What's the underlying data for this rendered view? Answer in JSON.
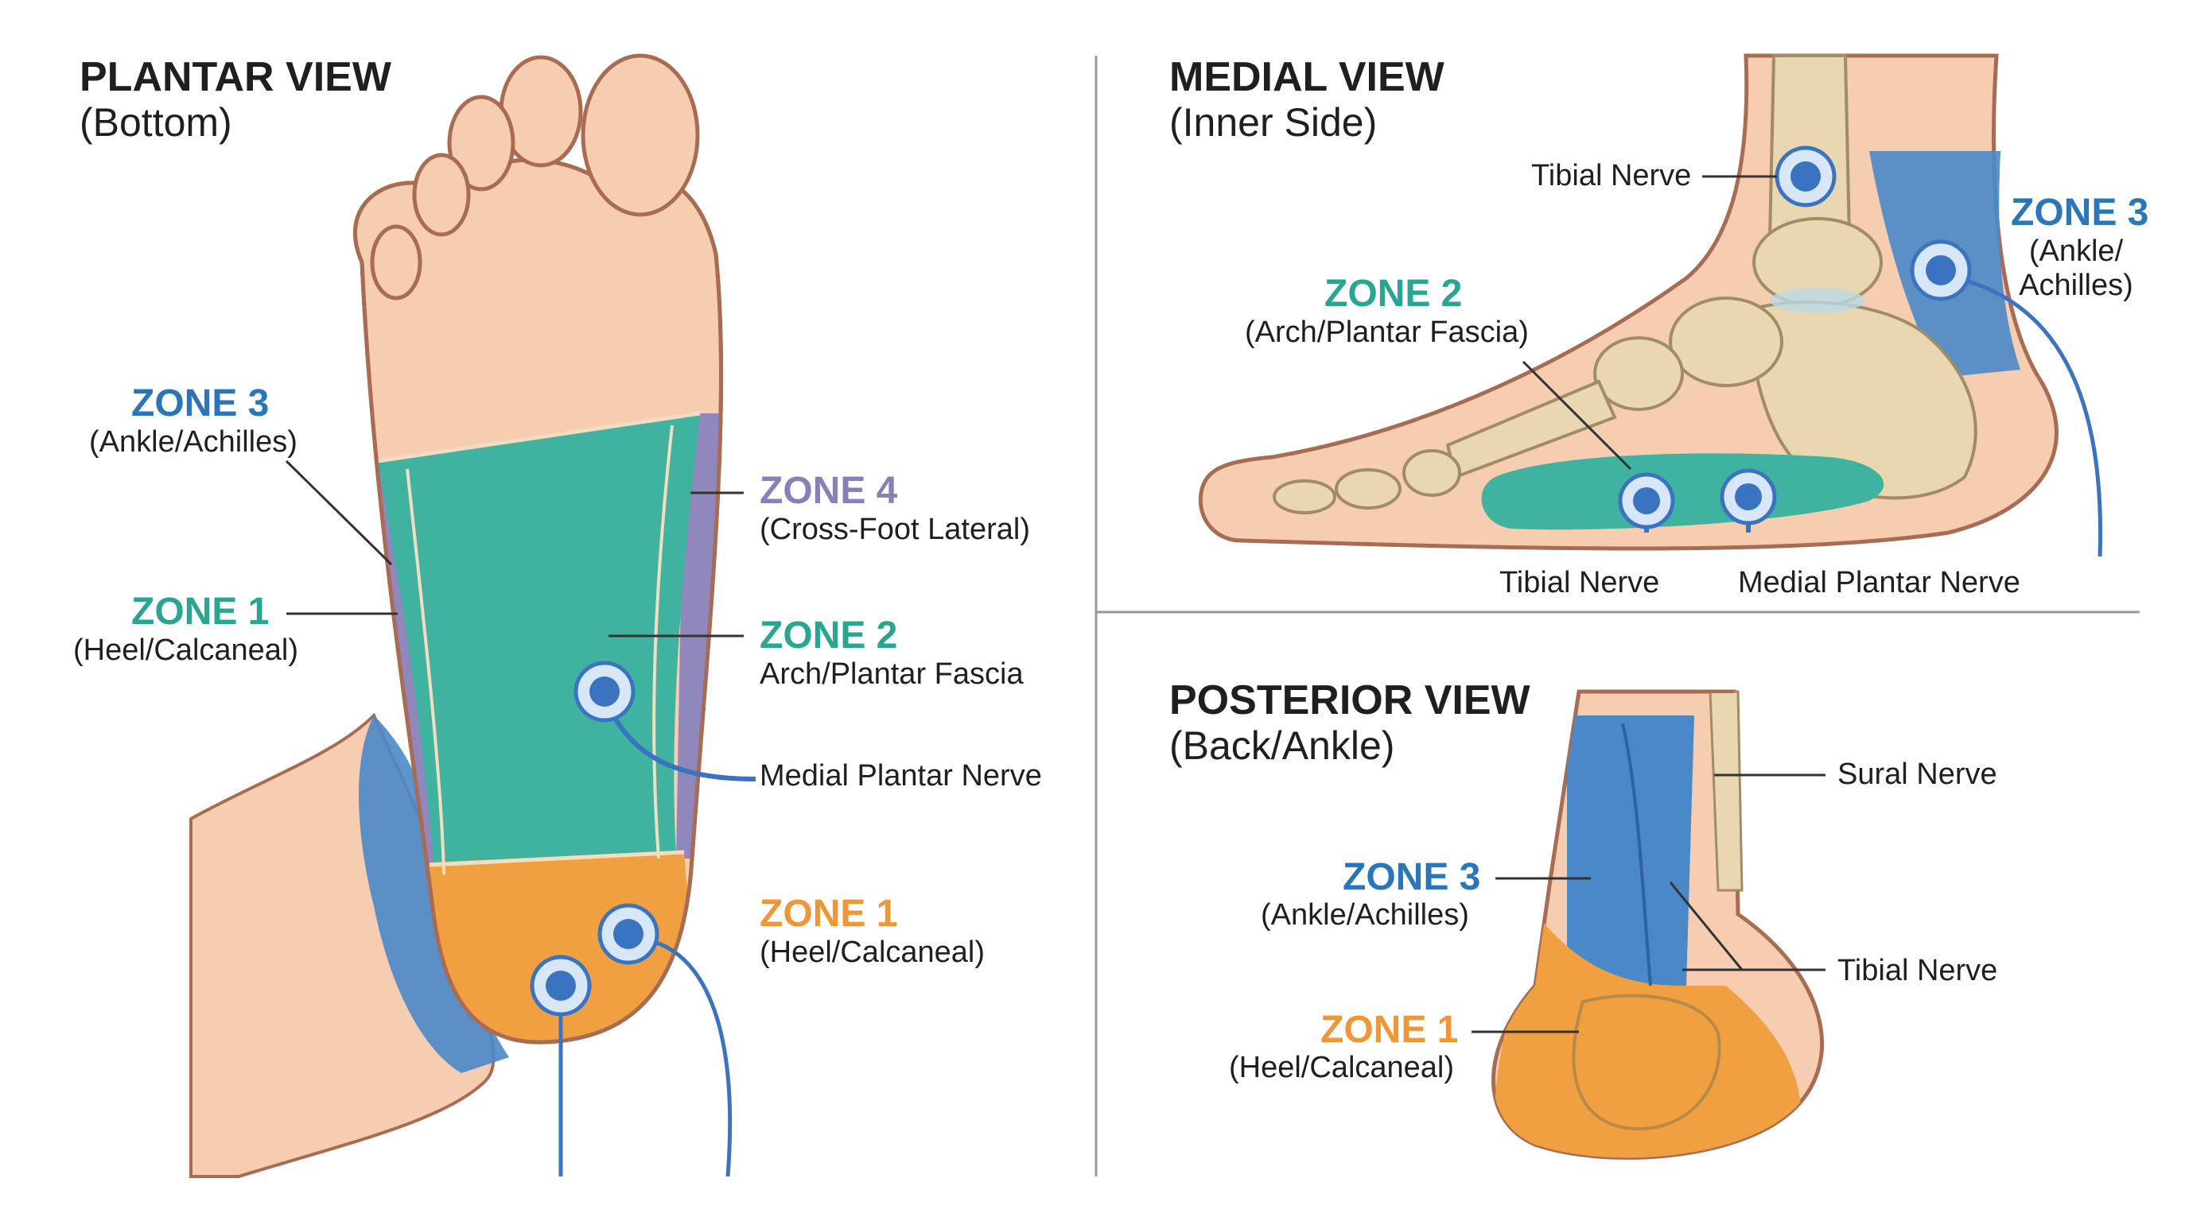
{
  "colors": {
    "skin": "#f6cdb0",
    "skin_dark": "#e9aa86",
    "outline": "#a86c52",
    "bone": "#e8d7b0",
    "bone_outline": "#a08c66",
    "zone1": "#f0a040",
    "zone2": "#3fb3a0",
    "zone3": "#3f7fbf",
    "zone4": "#9087bd",
    "electrode": "#3a73c0",
    "line": "#333333"
  },
  "plantar": {
    "title": "PLANTAR VIEW",
    "subtitle": "(Bottom)",
    "zone3_name": "ZONE 3",
    "zone3_desc": "(Ankle/Achilles)",
    "zone1_name": "ZONE 1",
    "zone1_desc": "(Heel/Calcaneal)",
    "zone4_name": "ZONE 4",
    "zone4_desc": "(Cross-Foot Lateral)",
    "zone2_name": "ZONE 2",
    "zone2_desc": "Arch/Plantar Fascia",
    "nerve": "Medial Plantar Nerve",
    "zone1b_name": "ZONE 1",
    "zone1b_desc": "(Heel/Calcaneal)"
  },
  "medial": {
    "title": "MEDIAL VIEW",
    "subtitle": "(Inner Side)",
    "tibial_top": "Tibial Nerve",
    "zone3_name": "ZONE 3",
    "zone3_desc1": "(Ankle/",
    "zone3_desc2": "Achilles)",
    "zone2_name": "ZONE 2",
    "zone2_desc": "(Arch/Plantar Fascia)",
    "tibial_bottom": "Tibial Nerve",
    "medial_plantar": "Medial Plantar Nerve"
  },
  "posterior": {
    "title": "POSTERIOR VIEW",
    "subtitle": "(Back/Ankle)",
    "sural": "Sural Nerve",
    "zone3_name": "ZONE 3",
    "zone3_desc": "(Ankle/Achilles)",
    "tibial": "Tibial Nerve",
    "zone1_name": "ZONE 1",
    "zone1_desc": "(Heel/Calcaneal)"
  }
}
